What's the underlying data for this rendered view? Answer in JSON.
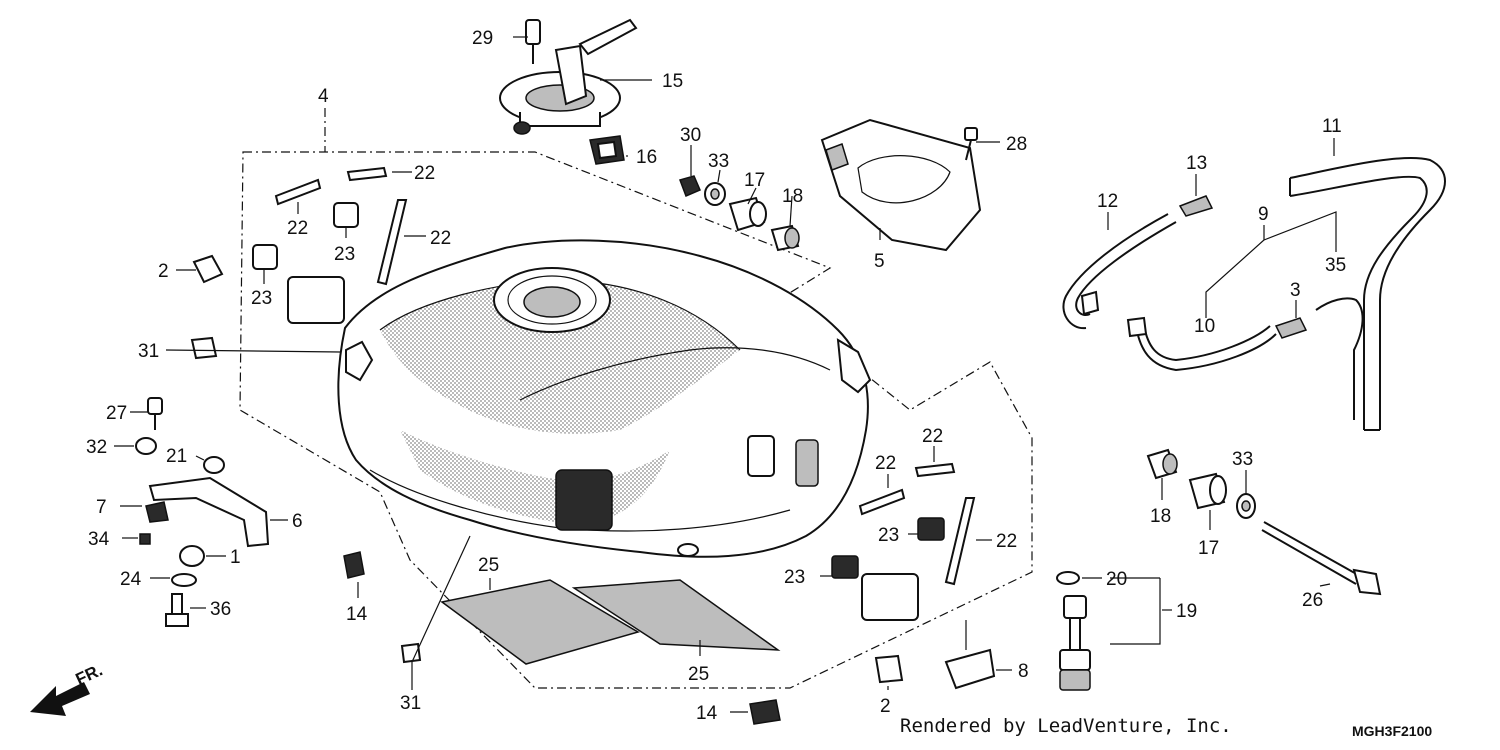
{
  "diagram": {
    "callouts": [
      {
        "id": "c29",
        "text": "29"
      },
      {
        "id": "c15",
        "text": "15"
      },
      {
        "id": "c16",
        "text": "16"
      },
      {
        "id": "c4",
        "text": "4"
      },
      {
        "id": "c30",
        "text": "30"
      },
      {
        "id": "c33a",
        "text": "33"
      },
      {
        "id": "c17a",
        "text": "17"
      },
      {
        "id": "c18a",
        "text": "18"
      },
      {
        "id": "c28",
        "text": "28"
      },
      {
        "id": "c5",
        "text": "5"
      },
      {
        "id": "c11",
        "text": "11"
      },
      {
        "id": "c13",
        "text": "13"
      },
      {
        "id": "c12",
        "text": "12"
      },
      {
        "id": "c9",
        "text": "9"
      },
      {
        "id": "c35",
        "text": "35"
      },
      {
        "id": "c3",
        "text": "3"
      },
      {
        "id": "c10",
        "text": "10"
      },
      {
        "id": "c22a",
        "text": "22"
      },
      {
        "id": "c22b",
        "text": "22"
      },
      {
        "id": "c22c",
        "text": "22"
      },
      {
        "id": "c23a",
        "text": "23"
      },
      {
        "id": "c23b",
        "text": "23"
      },
      {
        "id": "c2a",
        "text": "2"
      },
      {
        "id": "c31a",
        "text": "31"
      },
      {
        "id": "c27",
        "text": "27"
      },
      {
        "id": "c32",
        "text": "32"
      },
      {
        "id": "c21",
        "text": "21"
      },
      {
        "id": "c7",
        "text": "7"
      },
      {
        "id": "c6",
        "text": "6"
      },
      {
        "id": "c34",
        "text": "34"
      },
      {
        "id": "c1",
        "text": "1"
      },
      {
        "id": "c24",
        "text": "24"
      },
      {
        "id": "c36",
        "text": "36"
      },
      {
        "id": "c14a",
        "text": "14"
      },
      {
        "id": "c25a",
        "text": "25"
      },
      {
        "id": "c25b",
        "text": "25"
      },
      {
        "id": "c31b",
        "text": "31"
      },
      {
        "id": "c22d",
        "text": "22"
      },
      {
        "id": "c22e",
        "text": "22"
      },
      {
        "id": "c22f",
        "text": "22"
      },
      {
        "id": "c23c",
        "text": "23"
      },
      {
        "id": "c23d",
        "text": "23"
      },
      {
        "id": "c8",
        "text": "8"
      },
      {
        "id": "c2b",
        "text": "2"
      },
      {
        "id": "c14b",
        "text": "14"
      },
      {
        "id": "c18b",
        "text": "18"
      },
      {
        "id": "c17b",
        "text": "17"
      },
      {
        "id": "c33b",
        "text": "33"
      },
      {
        "id": "c26",
        "text": "26"
      },
      {
        "id": "c20",
        "text": "20"
      },
      {
        "id": "c19",
        "text": "19"
      }
    ],
    "direction_label": "FR.",
    "credit": "Rendered by LeadVenture, Inc.",
    "diagram_code": "MGH3F2100"
  }
}
